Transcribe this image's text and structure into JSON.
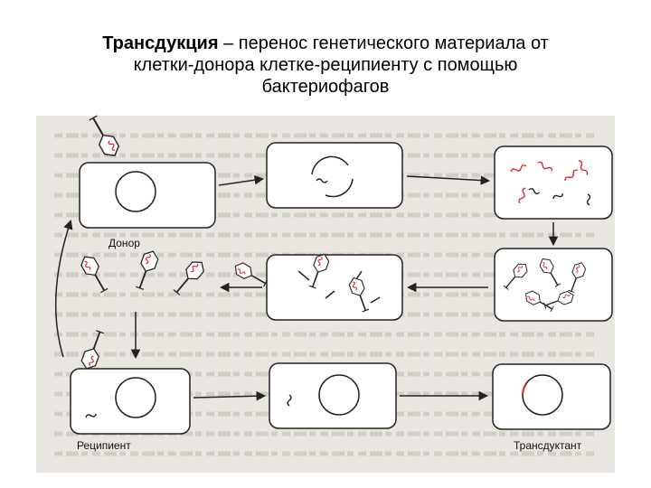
{
  "title": {
    "term": "Трансдукция",
    "line1_rest": " – перенос генетического материала от",
    "line2": "клетки-донора клетке-реципиенту с помощью",
    "line3": "бактериофагов"
  },
  "labels": {
    "donor": "Донор",
    "recipient": "Реципиент",
    "transductant": "Трансдуктант"
  },
  "colors": {
    "background": "#ffffff",
    "scan": "#e9e6e1",
    "ink": "#222222",
    "dna_red": "#e0262b"
  }
}
